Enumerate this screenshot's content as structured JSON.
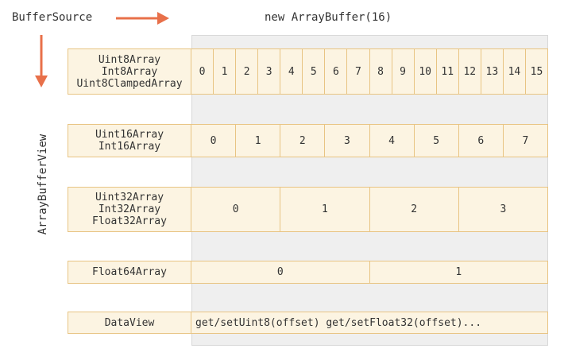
{
  "header": {
    "source_label": "BufferSource",
    "buffer_label": "new ArrayBuffer(16)",
    "view_label": "ArrayBufferView"
  },
  "rows": [
    {
      "labels": [
        "Uint8Array",
        "Int8Array",
        "Uint8ClampedArray"
      ],
      "cells": [
        "0",
        "1",
        "2",
        "3",
        "4",
        "5",
        "6",
        "7",
        "8",
        "9",
        "10",
        "11",
        "12",
        "13",
        "14",
        "15"
      ]
    },
    {
      "labels": [
        "Uint16Array",
        "Int16Array"
      ],
      "cells": [
        "0",
        "1",
        "2",
        "3",
        "4",
        "5",
        "6",
        "7"
      ]
    },
    {
      "labels": [
        "Uint32Array",
        "Int32Array",
        "Float32Array"
      ],
      "cells": [
        "0",
        "1",
        "2",
        "3"
      ]
    },
    {
      "labels": [
        "Float64Array"
      ],
      "cells": [
        "0",
        "1"
      ]
    },
    {
      "labels": [
        "DataView"
      ],
      "cells": [
        "get/setUint8(offset) get/setFloat32(offset)..."
      ]
    }
  ],
  "colors": {
    "cell_fill": "#fcf4e2",
    "cell_border": "#e8c483",
    "arrow": "#e8704a",
    "buffer_background": "#efefef"
  }
}
